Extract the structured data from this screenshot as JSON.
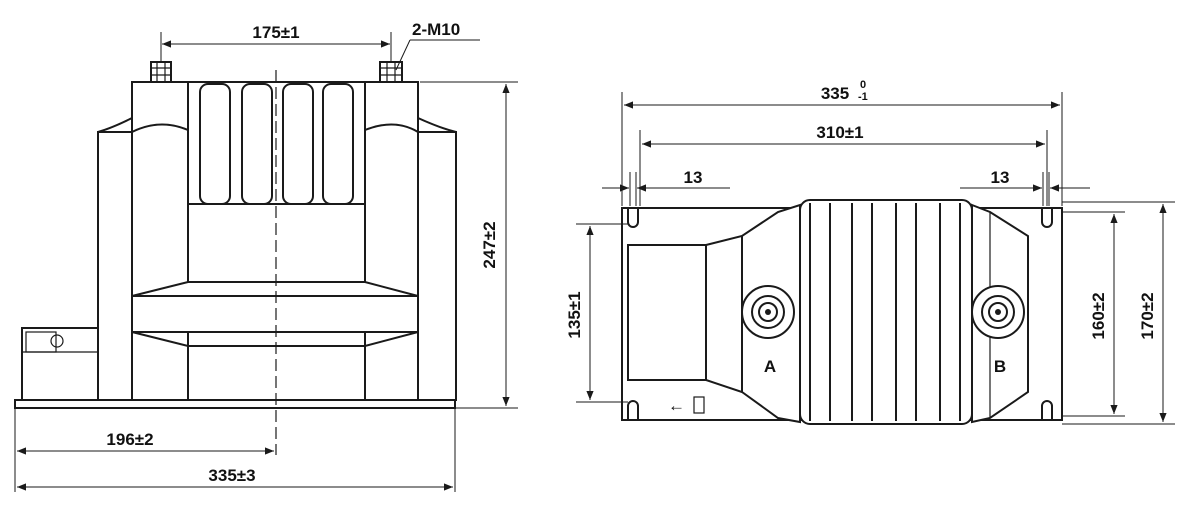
{
  "front_view": {
    "dim_bolt_spacing": "175±1",
    "dim_bolt_thread": "2-M10",
    "dim_height": "247±2",
    "dim_center_offset": "196±2",
    "dim_base_length": "335±3"
  },
  "top_view": {
    "dim_overall_length": "335",
    "tol_upper": "0",
    "tol_lower": "-1",
    "dim_mount_spacing": "310±1",
    "dim_slot_left": "13",
    "dim_slot_right": "13",
    "dim_mount_width": "135±1",
    "dim_body_width": "160±2",
    "dim_overall_width": "170±2",
    "terminal_a": "A",
    "terminal_b": "B",
    "arrow_symbol": "←"
  }
}
